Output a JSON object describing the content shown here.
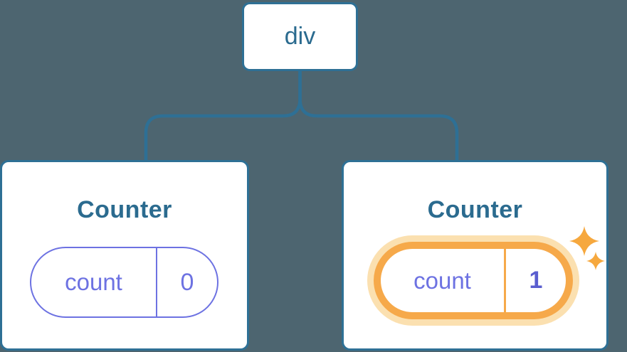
{
  "colors": {
    "background": "#4d6570",
    "card_bg": "#ffffff",
    "stroke_blue": "#2e7095",
    "title_blue": "#2b6b8f",
    "state_purple": "#6d72e2",
    "value_purple": "#5a5ecf",
    "highlight_orange": "#f6a94a",
    "highlight_glow": "#fbe0b0",
    "sparkle_orange": "#f6a83e"
  },
  "tree": {
    "root": {
      "label": "div"
    },
    "children": [
      {
        "title": "Counter",
        "state": {
          "name": "count",
          "value": "0"
        },
        "highlighted": false
      },
      {
        "title": "Counter",
        "state": {
          "name": "count",
          "value": "1"
        },
        "highlighted": true
      }
    ]
  },
  "icons": {
    "highlight": "sparkles-icon"
  }
}
